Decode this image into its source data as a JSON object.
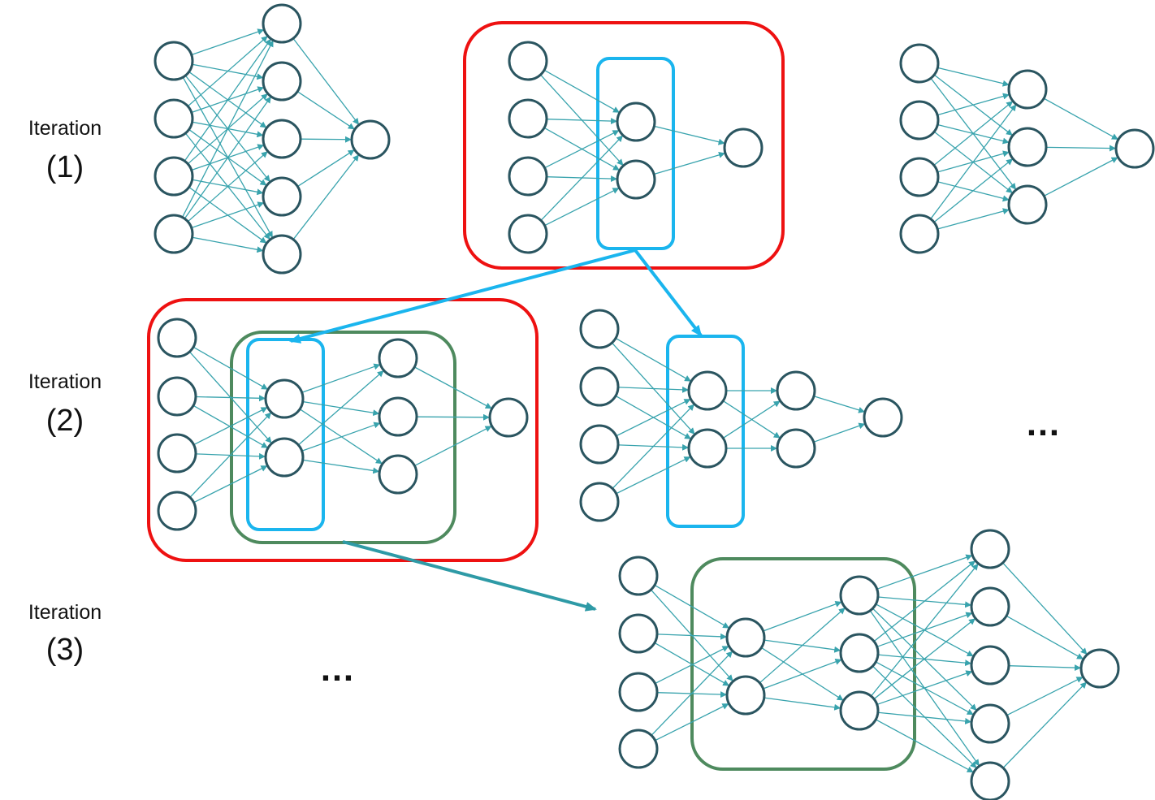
{
  "labels": {
    "iteration_word": "Iteration",
    "iteration_1": "(1)",
    "iteration_2": "(2)",
    "iteration_3": "(3)",
    "ellipsis": "…"
  },
  "colors": {
    "node_stroke": "#2a5560",
    "edge": "#38a3ad",
    "red_box": "#ee1111",
    "blue_box": "#1ab5ee",
    "green_box": "#4e8a5e",
    "teal_arrow": "#2e9aa6"
  },
  "networks": [
    {
      "id": "iter1-net1",
      "layers": [
        4,
        5,
        1
      ]
    },
    {
      "id": "iter1-net2",
      "layers": [
        4,
        2,
        1
      ]
    },
    {
      "id": "iter1-net3",
      "layers": [
        4,
        3,
        1
      ]
    },
    {
      "id": "iter2-net1",
      "layers": [
        4,
        2,
        3,
        1
      ]
    },
    {
      "id": "iter2-net2",
      "layers": [
        4,
        2,
        2,
        1
      ]
    },
    {
      "id": "iter3-net1",
      "layers": [
        4,
        2,
        3,
        5,
        1
      ]
    }
  ]
}
